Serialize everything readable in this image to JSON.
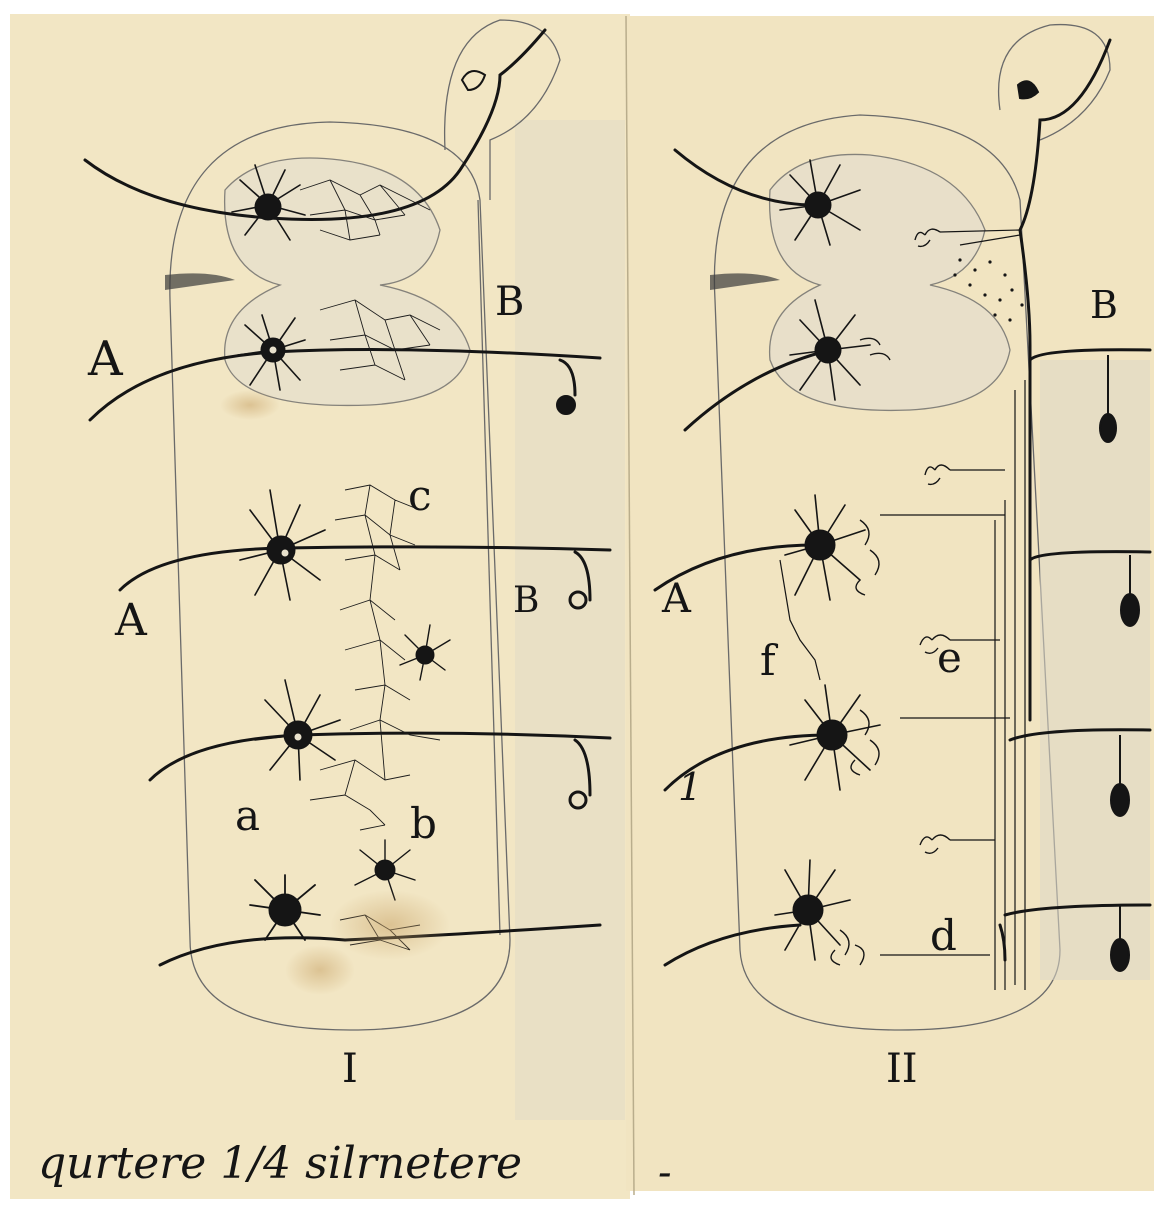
{
  "panels": [
    {
      "numeral": "I",
      "labels": {
        "A_upper": "A",
        "A_lower": "A",
        "B_upper": "B",
        "B_lower": "B",
        "a": "a",
        "b": "b",
        "c": "c"
      }
    },
    {
      "numeral": "II",
      "labels": {
        "A": "A",
        "B": "B",
        "d": "d",
        "e": "e",
        "f": "f",
        "one": "1"
      }
    }
  ],
  "caption": "qurtere 1/4 silrnetere",
  "caption_dash": "-",
  "colors": {
    "paper": "#f2e6c4",
    "paper_shadow": "#e8dab3",
    "ink": "#151515",
    "pencil": "#6a6a6a",
    "stain": "#c9a56a"
  }
}
